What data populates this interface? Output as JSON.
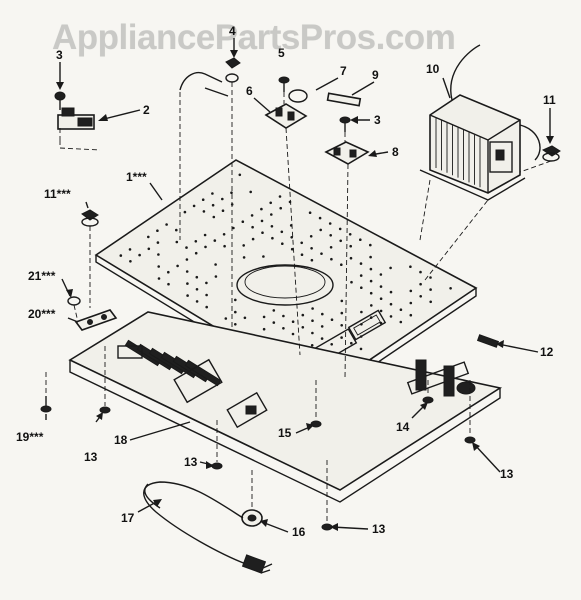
{
  "watermark": "AppliancePartsPros.com",
  "callouts": {
    "c1": "1***",
    "c2": "2",
    "c3a": "3",
    "c3b": "3",
    "c4": "4",
    "c5": "5",
    "c6": "6",
    "c7": "7",
    "c8": "8",
    "c9": "9",
    "c10": "10",
    "c11a": "11",
    "c11b": "11***",
    "c12": "12",
    "c13a": "13",
    "c13b": "13",
    "c13c": "13",
    "c13d": "13",
    "c14": "14",
    "c15": "15",
    "c16": "16",
    "c17": "17",
    "c18": "18",
    "c19": "19***",
    "c20": "20***",
    "c21": "21***"
  }
}
